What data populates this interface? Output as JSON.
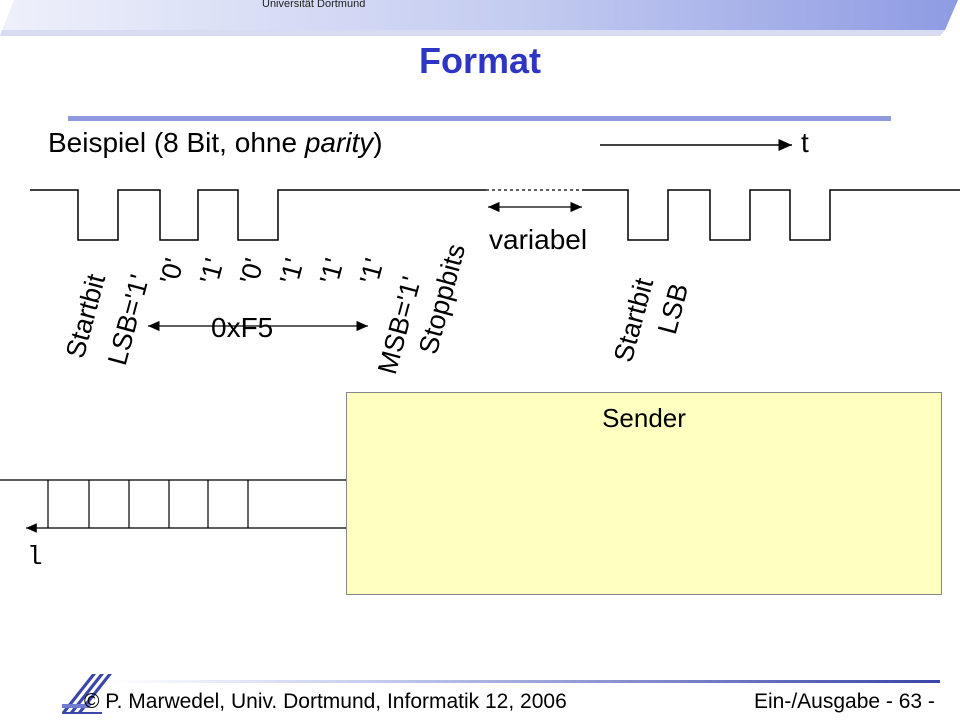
{
  "header": {
    "university": "Universität Dortmund",
    "title": "Format",
    "subtitle_prefix": "Beispiel (8 Bit, ohne ",
    "subtitle_italic": "parity",
    "subtitle_suffix": ")"
  },
  "diagram": {
    "time_label": "t",
    "variable_label": "variabel",
    "byte_label": "0xF5",
    "bit_labels": [
      "Startbit",
      "LSB='1'",
      "'0'",
      "'1'",
      "'0'",
      "'1'",
      "'1'",
      "'1'",
      "MSB='1'",
      "Stoppbits"
    ],
    "second_frame_labels": [
      "Startbit",
      "LSB"
    ],
    "sender_label": "Sender",
    "register_out_char": "l"
  },
  "footer": {
    "copyright": "© P. Marwedel, Univ. Dortmund, Informatik 12, 2006",
    "page": "Ein-/Ausgabe -  63 -"
  },
  "colors": {
    "title": "#2d35c4",
    "blue_bar": "#8f9ae0",
    "sender_fill": "#ffffc0",
    "banner": "#9aa6e8",
    "footer_line": "#3a46a8"
  }
}
